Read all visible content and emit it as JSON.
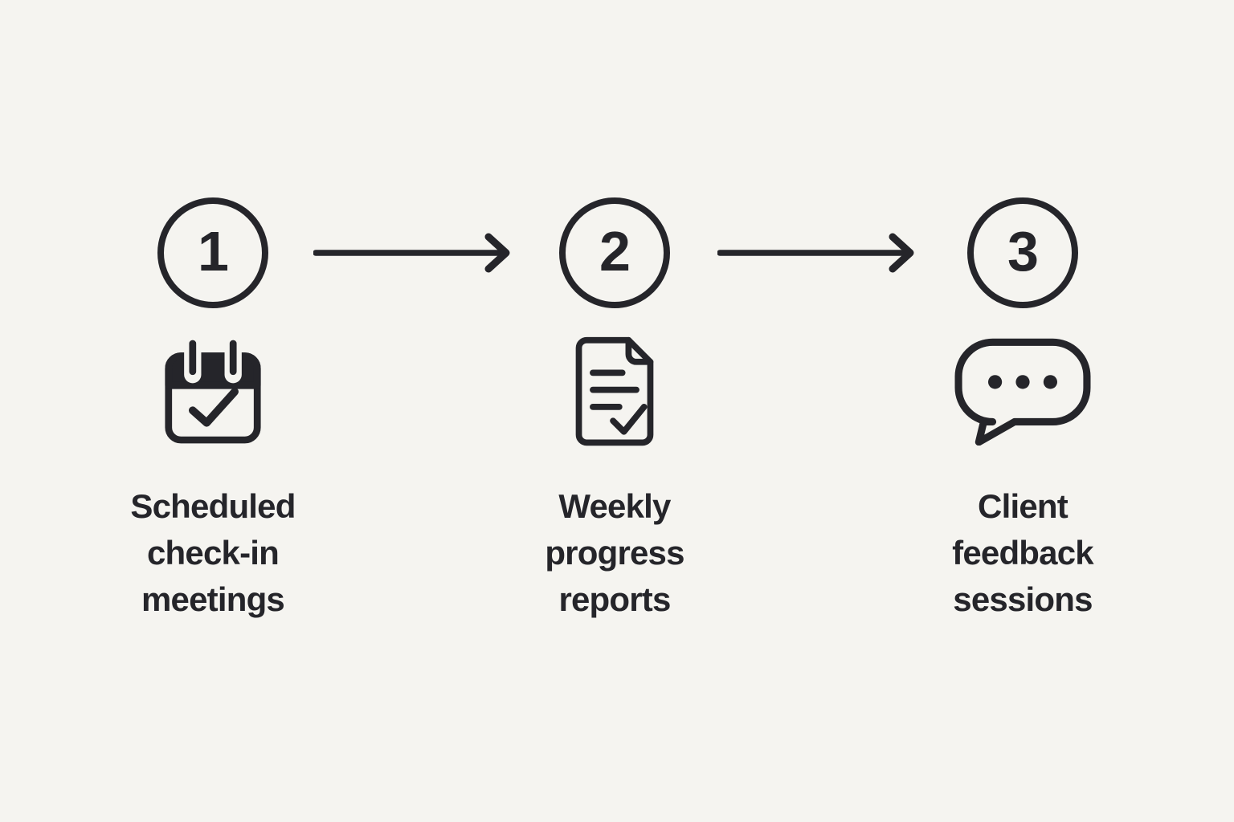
{
  "theme": {
    "background_color": "#f5f4f0",
    "ink_color": "#25252a"
  },
  "diagram": {
    "type": "process-flow",
    "direction": "left-to-right",
    "steps": [
      {
        "number": "1",
        "icon": "calendar-check-icon",
        "label": "Scheduled\ncheck-in\nmeetings"
      },
      {
        "number": "2",
        "icon": "document-check-icon",
        "label": "Weekly\nprogress\nreports"
      },
      {
        "number": "3",
        "icon": "speech-bubble-icon",
        "label": "Client\nfeedback\nsessions"
      }
    ],
    "connectors": [
      "arrow-right",
      "arrow-right"
    ]
  }
}
